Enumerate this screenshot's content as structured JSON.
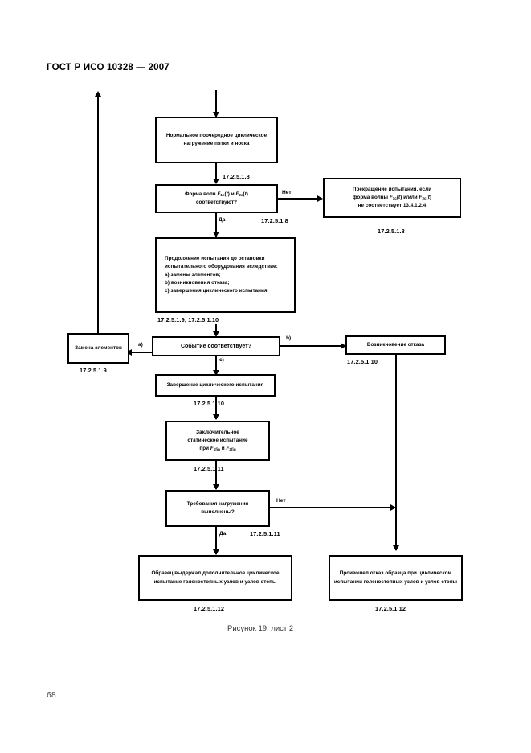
{
  "document": {
    "header": "ГОСТ Р ИСО 10328 — 2007",
    "page_number": "68",
    "figure_caption": "Рисунок 19, лист 2"
  },
  "flowchart": {
    "boxes": {
      "normal_cyclic": "Нормальное поочередное циклическое нагружение пятки и носка",
      "waveform_check": "Форма волн F1c(t) и F2c(t) соответствуют?",
      "test_stop": "Прекращение испытания, если форма волны F1c(t) и/или F2c(t) не соответствует 13.4.1.2.4",
      "continue_test_title": "Продолжение испытания до остановки испытательного оборудования вследствие:",
      "continue_test_a": "a) замены элементов;",
      "continue_test_b": "b) возникновения отказа;",
      "continue_test_c": "c) завершения циклического испытания",
      "replace_parts": "Замена элементов",
      "event_check": "Событие соответствует?",
      "failure_occurred": "Возникновение отказа",
      "cycle_complete": "Завершение циклического испытания",
      "final_static": "Заключительное статическое испытание при F1fin и F2fin",
      "load_req_check": "Требования нагружения выполнены?",
      "specimen_passed": "Образец выдержал дополнительное циклическое испытание голеностопных узлов и узлов стопы",
      "specimen_failed": "Произошел отказ образца при циклическом испытании голеностопных узлов и узлов стопы"
    },
    "refs": {
      "r_waveform_in": "17.2.5.1.8",
      "r_waveform_out": "17.2.5.1.8",
      "r_test_stop": "17.2.5.1.8",
      "r_continue": "17.2.5.1.9, 17.2.5.1.10",
      "r_replace": "17.2.5.1.9",
      "r_failure": "17.2.5.1.10",
      "r_cycle_complete": "17.2.5.1.10",
      "r_final_static": "17.2.5.1.11",
      "r_load_req": "17.2.5.1.11",
      "r_passed": "17.2.5.1.12",
      "r_failed": "17.2.5.1.12"
    },
    "branch_labels": {
      "waveform_no": "Нет",
      "waveform_yes": "Да",
      "event_a": "a)",
      "event_b": "b)",
      "event_c": "c)",
      "load_no": "Нет",
      "load_yes": "Да"
    }
  }
}
